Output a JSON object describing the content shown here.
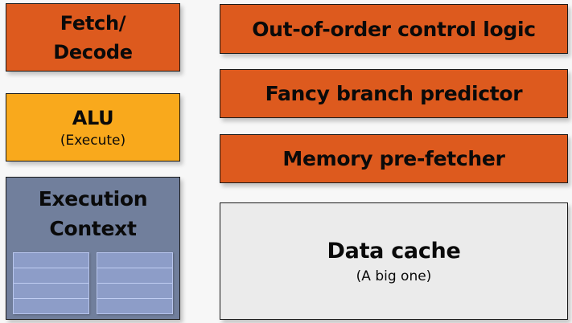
{
  "left_column": {
    "fetch_decode": {
      "line1": "Fetch/",
      "line2": "Decode",
      "color": "#dd5a1e"
    },
    "alu": {
      "title": "ALU",
      "subtitle": "(Execute)",
      "color": "#f9a91c"
    },
    "execution_context": {
      "line1": "Execution",
      "line2": "Context",
      "color": "#717f9c",
      "register_files": [
        {
          "rows": 4
        },
        {
          "rows": 4
        }
      ]
    }
  },
  "right_column": {
    "ooo_logic": {
      "title": "Out-of-order control logic",
      "color": "#dd5a1e"
    },
    "branch_predictor": {
      "title": "Fancy branch predictor",
      "color": "#dd5a1e"
    },
    "prefetcher": {
      "title": "Memory pre-fetcher",
      "color": "#dd5a1e"
    },
    "data_cache": {
      "title": "Data cache",
      "subtitle": "(A big one)",
      "color": "#ebebeb"
    }
  }
}
